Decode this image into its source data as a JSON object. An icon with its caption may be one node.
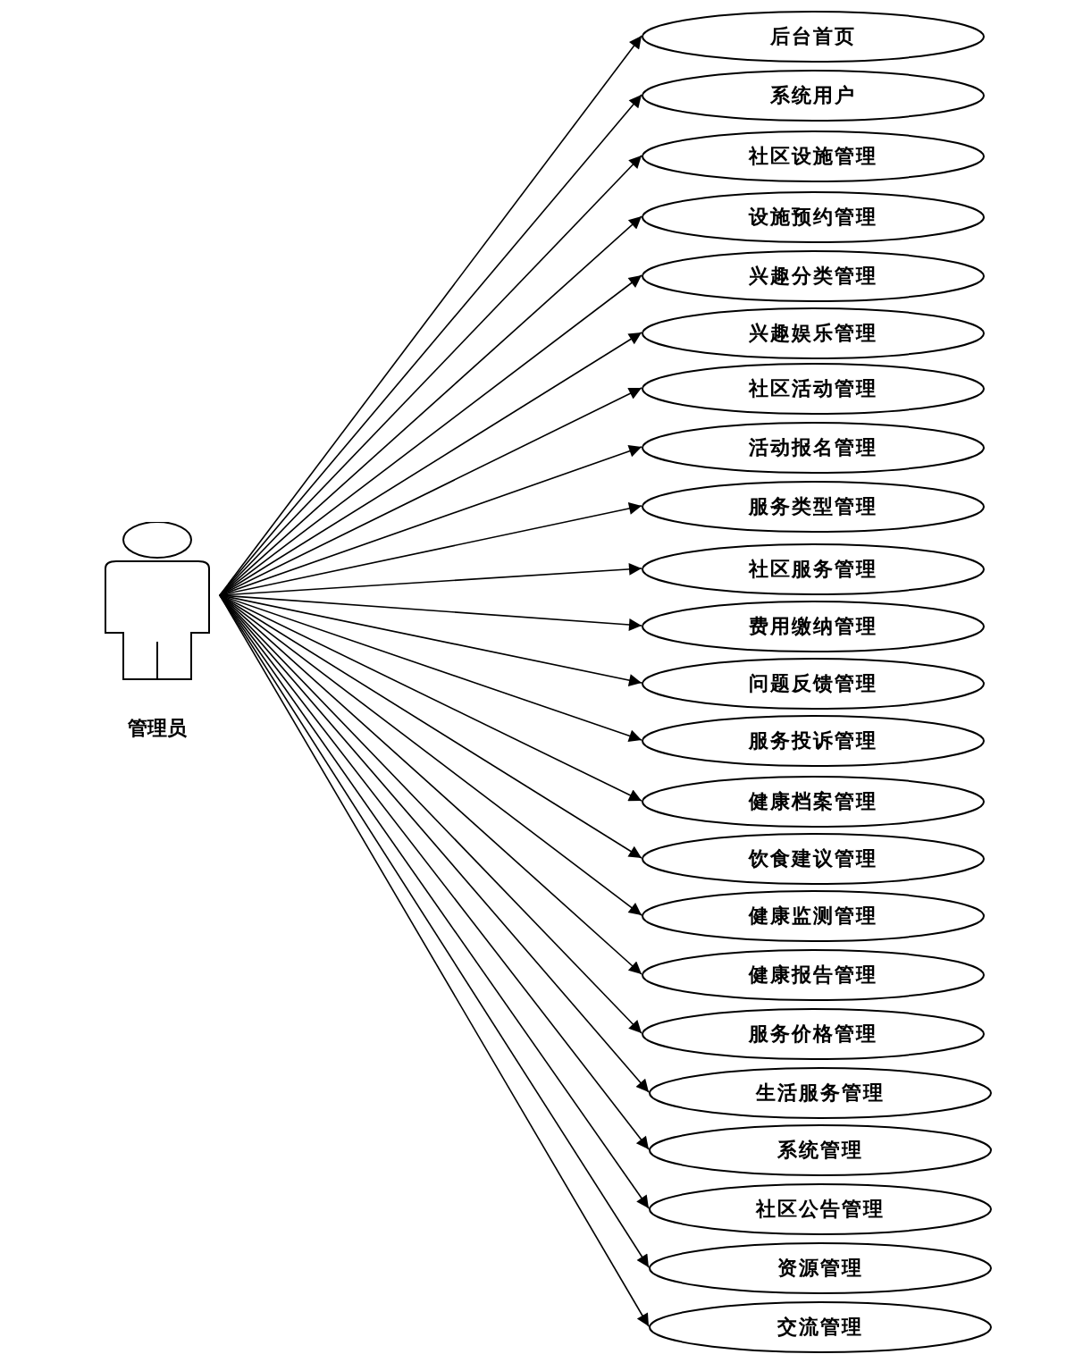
{
  "diagram": {
    "nodes": [
      {
        "text": [
          "管理员"
        ]
      },
      {
        "text": [
          "后台首页"
        ]
      },
      {
        "text": [
          "系统用户"
        ]
      },
      {
        "text": [
          "社区设施管理"
        ]
      },
      {
        "text": [
          "设施预约管理"
        ]
      },
      {
        "text": [
          "兴趣分类管理"
        ]
      },
      {
        "text": [
          "兴趣娱乐管理"
        ]
      },
      {
        "text": [
          "社区活动管理"
        ]
      },
      {
        "text": [
          "活动报名管理"
        ]
      },
      {
        "text": [
          "服务类型管理"
        ]
      },
      {
        "text": [
          "社区服务管理"
        ]
      },
      {
        "text": [
          "费用缴纳管理"
        ]
      },
      {
        "text": [
          "问题反馈管理"
        ]
      },
      {
        "text": [
          "服务投诉管理"
        ]
      },
      {
        "text": [
          "健康档案管理"
        ]
      },
      {
        "text": [
          "饮食建议管理"
        ]
      },
      {
        "text": [
          "健康监测管理"
        ]
      },
      {
        "text": [
          "健康报告管理"
        ]
      },
      {
        "text": [
          "服务价格管理"
        ]
      },
      {
        "text": [
          "生活服务管理"
        ]
      },
      {
        "text": [
          "系统管理"
        ]
      },
      {
        "text": [
          "社区公告管理"
        ]
      },
      {
        "text": [
          "资源管理"
        ]
      },
      {
        "text": [
          "交流管理"
        ]
      }
    ],
    "edges": [
      {
        "from": 0,
        "to": 1,
        "arrow": "to"
      },
      {
        "from": 0,
        "to": 2,
        "arrow": "to"
      },
      {
        "from": 0,
        "to": 3,
        "arrow": "to"
      },
      {
        "from": 0,
        "to": 4,
        "arrow": "to"
      },
      {
        "from": 0,
        "to": 5,
        "arrow": "to"
      },
      {
        "from": 0,
        "to": 6,
        "arrow": "to"
      },
      {
        "from": 0,
        "to": 7,
        "arrow": "to"
      },
      {
        "from": 0,
        "to": 8,
        "arrow": "to"
      },
      {
        "from": 0,
        "to": 9,
        "arrow": "to"
      },
      {
        "from": 0,
        "to": 10,
        "arrow": "to"
      },
      {
        "from": 0,
        "to": 11,
        "arrow": "to"
      },
      {
        "from": 0,
        "to": 12,
        "arrow": "to"
      },
      {
        "from": 0,
        "to": 13,
        "arrow": "to"
      },
      {
        "from": 0,
        "to": 14,
        "arrow": "to"
      },
      {
        "from": 0,
        "to": 15,
        "arrow": "to"
      },
      {
        "from": 0,
        "to": 16,
        "arrow": "to"
      },
      {
        "from": 0,
        "to": 17,
        "arrow": "to"
      },
      {
        "from": 0,
        "to": 18,
        "arrow": "to"
      },
      {
        "from": 0,
        "to": 19,
        "arrow": "to"
      },
      {
        "from": 0,
        "to": 20,
        "arrow": "to"
      },
      {
        "from": 0,
        "to": 21,
        "arrow": "to"
      },
      {
        "from": 0,
        "to": 22,
        "arrow": "to"
      },
      {
        "from": 0,
        "to": 23,
        "arrow": "to"
      }
    ]
  }
}
